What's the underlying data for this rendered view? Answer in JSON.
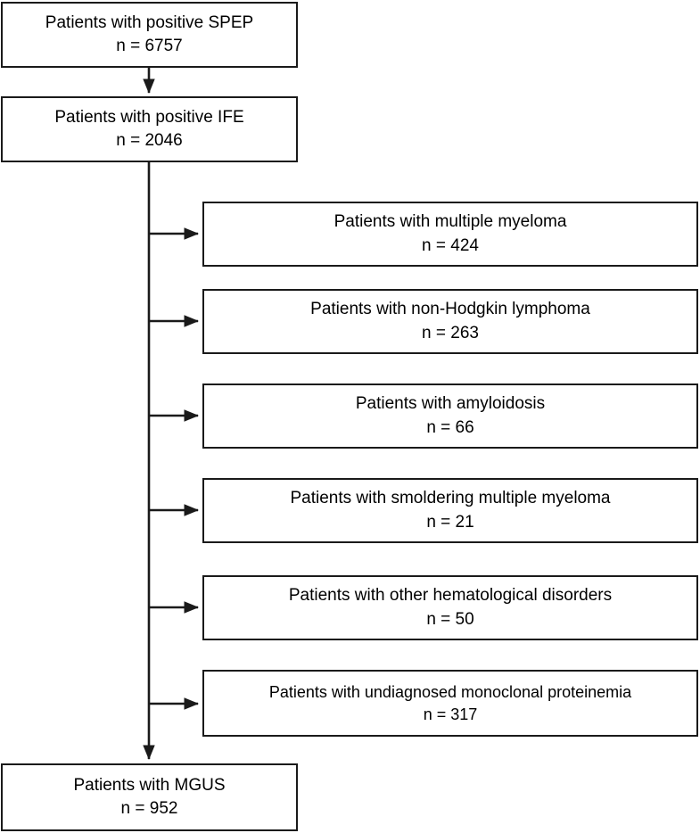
{
  "figure": {
    "type": "flowchart",
    "orientation": "top-to-bottom",
    "description": "Patient selection flow diagram for monoclonal gammopathy screening"
  },
  "nodes": {
    "spep": {
      "title": "Patients with positive SPEP",
      "count": "n = 6757"
    },
    "ife": {
      "title": "Patients with positive IFE",
      "count": "n = 2046"
    },
    "mgus": {
      "title": "Patients with MGUS",
      "count": "n = 952"
    }
  },
  "excluded": [
    {
      "title": "Patients with multiple myeloma",
      "count": "n = 424"
    },
    {
      "title": "Patients with non-Hodgkin lymphoma",
      "count": "n = 263"
    },
    {
      "title": "Patients with amyloidosis",
      "count": "n = 66"
    },
    {
      "title": "Patients with smoldering multiple myeloma",
      "count": "n = 21"
    },
    {
      "title": "Patients with other hematological disorders",
      "count": "n = 50"
    },
    {
      "title": "Patients with undiagnosed monoclonal proteinemia",
      "count": "n = 317"
    }
  ],
  "colors": {
    "stroke": "#1a1a1a",
    "text": "#000000",
    "background": "#ffffff"
  }
}
